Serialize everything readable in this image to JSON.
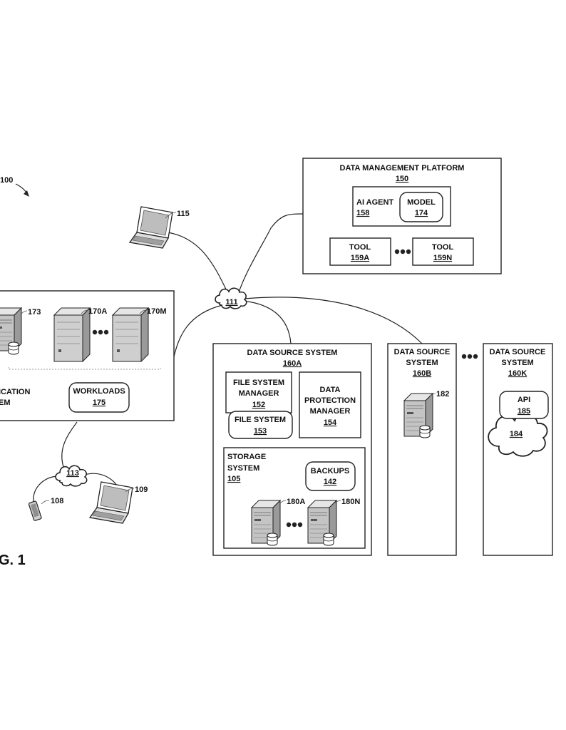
{
  "figure": {
    "diagram_ref": "100",
    "fig_label": "G. 1"
  },
  "data_management_platform": {
    "title": "DATA MANAGEMENT PLATFORM",
    "ref": "150",
    "ai_agent_label": "AI AGENT",
    "ai_agent_ref": "158",
    "model_label": "MODEL",
    "model_ref": "174",
    "tool_a_label": "TOOL",
    "tool_a_ref": "159A",
    "tool_n_label": "TOOL",
    "tool_n_ref": "159N"
  },
  "networks": {
    "main_ref": "111",
    "client_ref": "113"
  },
  "devices": {
    "laptop_top_ref": "115",
    "phone_ref": "108",
    "laptop_bottom_ref": "109"
  },
  "application_system": {
    "server_173_ref": "173",
    "server_170a_ref": "170A",
    "server_170m_ref": "170M",
    "label_line1": "ICATION",
    "label_line2": "EM",
    "workloads_label": "WORKLOADS",
    "workloads_ref": "175"
  },
  "data_source_a": {
    "title": "DATA SOURCE SYSTEM",
    "ref": "160A",
    "fsm_line1": "FILE SYSTEM",
    "fsm_line2": "MANAGER",
    "fsm_ref": "152",
    "fs_label": "FILE SYSTEM",
    "fs_ref": "153",
    "dpm_line1": "DATA",
    "dpm_line2": "PROTECTION",
    "dpm_line3": "MANAGER",
    "dpm_ref": "154",
    "storage_line1": "STORAGE",
    "storage_line2": "SYSTEM",
    "storage_ref": "105",
    "backups_label": "BACKUPS",
    "backups_ref": "142",
    "server_180a_ref": "180A",
    "server_180n_ref": "180N"
  },
  "data_source_b": {
    "title_line1": "DATA SOURCE",
    "title_line2": "SYSTEM",
    "ref": "160B",
    "server_ref": "182"
  },
  "data_source_k": {
    "title_line1": "DATA SOURCE",
    "title_line2": "SYSTEM",
    "ref": "160K",
    "api_label": "API",
    "api_ref": "185",
    "cloud_ref": "184"
  }
}
